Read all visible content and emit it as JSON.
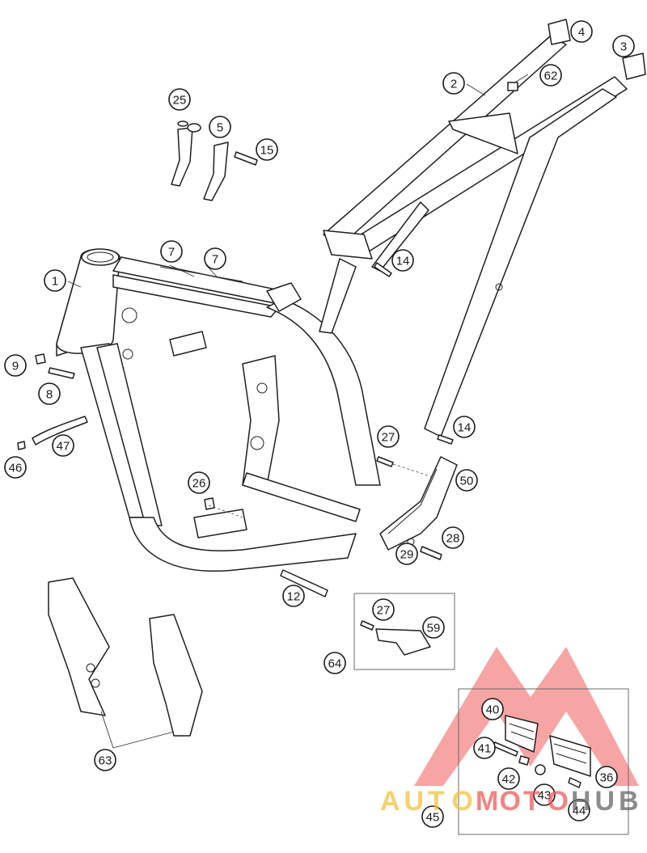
{
  "callouts": [
    {
      "label": "1"
    },
    {
      "label": "2"
    },
    {
      "label": "3"
    },
    {
      "label": "4"
    },
    {
      "label": "5"
    },
    {
      "label": "7"
    },
    {
      "label": "7"
    },
    {
      "label": "8"
    },
    {
      "label": "9"
    },
    {
      "label": "12"
    },
    {
      "label": "14"
    },
    {
      "label": "14"
    },
    {
      "label": "15"
    },
    {
      "label": "25"
    },
    {
      "label": "26"
    },
    {
      "label": "27"
    },
    {
      "label": "27"
    },
    {
      "label": "28"
    },
    {
      "label": "29"
    },
    {
      "label": "36"
    },
    {
      "label": "40"
    },
    {
      "label": "41"
    },
    {
      "label": "42"
    },
    {
      "label": "43"
    },
    {
      "label": "44"
    },
    {
      "label": "45"
    },
    {
      "label": "46"
    },
    {
      "label": "47"
    },
    {
      "label": "50"
    },
    {
      "label": "59"
    },
    {
      "label": "62"
    },
    {
      "label": "63"
    },
    {
      "label": "64"
    }
  ],
  "watermark": {
    "letters": [
      "A",
      "U",
      "T",
      "O",
      "M",
      "O",
      "T",
      "O",
      "H",
      "U",
      "B"
    ],
    "colors": {
      "triangle": "#f05a5a",
      "auto": "#f4c13c",
      "moto": "#f05a5a",
      "hub": "#666666"
    }
  },
  "colors": {
    "line": "#1f1f1f",
    "background": "#ffffff"
  }
}
